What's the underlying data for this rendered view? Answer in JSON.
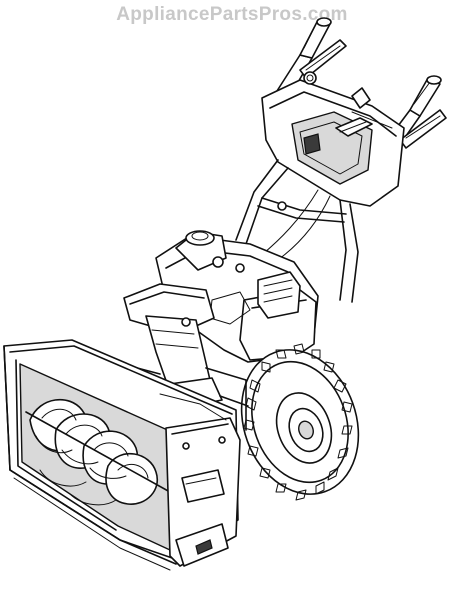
{
  "watermark": {
    "text": "AppliancePartsPros.com",
    "color": "#c8c8c8"
  },
  "illustration": {
    "subject": "two-stage-snow-blower-line-drawing",
    "parts": [
      "handlebar-grips",
      "control-levers",
      "control-panel",
      "dash-handle",
      "engine",
      "fuel-cap",
      "discharge-chute",
      "chute-rotation-rod",
      "auger-housing",
      "augers",
      "side-skid-plate",
      "scraper-bar",
      "drive-wheel",
      "tire-treads"
    ]
  }
}
